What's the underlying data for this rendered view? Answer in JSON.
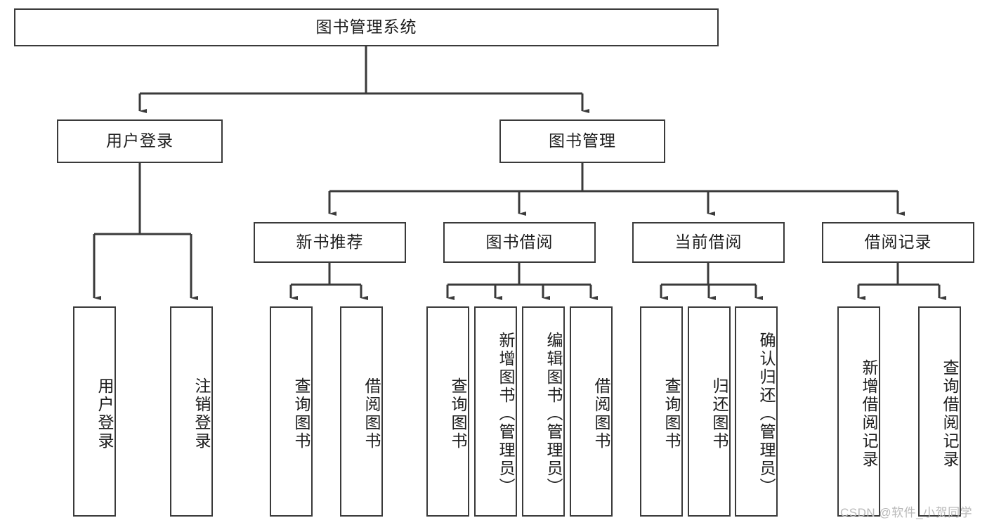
{
  "diagram": {
    "type": "tree",
    "title": "图书管理系统",
    "root": {
      "id": "root",
      "label": "图书管理系统"
    },
    "level2": [
      {
        "id": "user-login",
        "label": "用户登录"
      },
      {
        "id": "book-manage",
        "label": "图书管理"
      }
    ],
    "level3": [
      {
        "id": "new-book-rec",
        "label": "新书推荐",
        "parent": "book-manage"
      },
      {
        "id": "book-borrow",
        "label": "图书借阅",
        "parent": "book-manage"
      },
      {
        "id": "current-borrow",
        "label": "当前借阅",
        "parent": "book-manage"
      },
      {
        "id": "borrow-record",
        "label": "借阅记录",
        "parent": "book-manage"
      }
    ],
    "leaves": [
      {
        "id": "leaf-user-login",
        "label": "用户登录",
        "parent": "user-login"
      },
      {
        "id": "leaf-user-logout",
        "label": "注销登录",
        "parent": "user-login"
      },
      {
        "id": "leaf-query-book-1",
        "label": "查询图书",
        "parent": "new-book-rec"
      },
      {
        "id": "leaf-borrow-book-1",
        "label": "借阅图书",
        "parent": "new-book-rec"
      },
      {
        "id": "leaf-query-book-2",
        "label": "查询图书",
        "parent": "book-borrow"
      },
      {
        "id": "leaf-add-book",
        "label": "新增图书（管理员）",
        "parent": "book-borrow"
      },
      {
        "id": "leaf-edit-book",
        "label": "编辑图书（管理员）",
        "parent": "book-borrow"
      },
      {
        "id": "leaf-borrow-book-2",
        "label": "借阅图书",
        "parent": "book-borrow"
      },
      {
        "id": "leaf-query-book-3",
        "label": "查询图书",
        "parent": "current-borrow"
      },
      {
        "id": "leaf-return-book",
        "label": "归还图书",
        "parent": "current-borrow"
      },
      {
        "id": "leaf-confirm-return",
        "label": "确认归还（管理员）",
        "parent": "current-borrow"
      },
      {
        "id": "leaf-add-record",
        "label": "新增借阅记录",
        "parent": "borrow-record"
      },
      {
        "id": "leaf-query-record",
        "label": "查询借阅记录",
        "parent": "borrow-record"
      }
    ],
    "watermark": "CSDN @软件_小贺同学",
    "colors": {
      "stroke": "#3a3a3a",
      "text": "#1d1d1d",
      "background": "#ffffff",
      "watermark": "#b9b9b9"
    }
  }
}
